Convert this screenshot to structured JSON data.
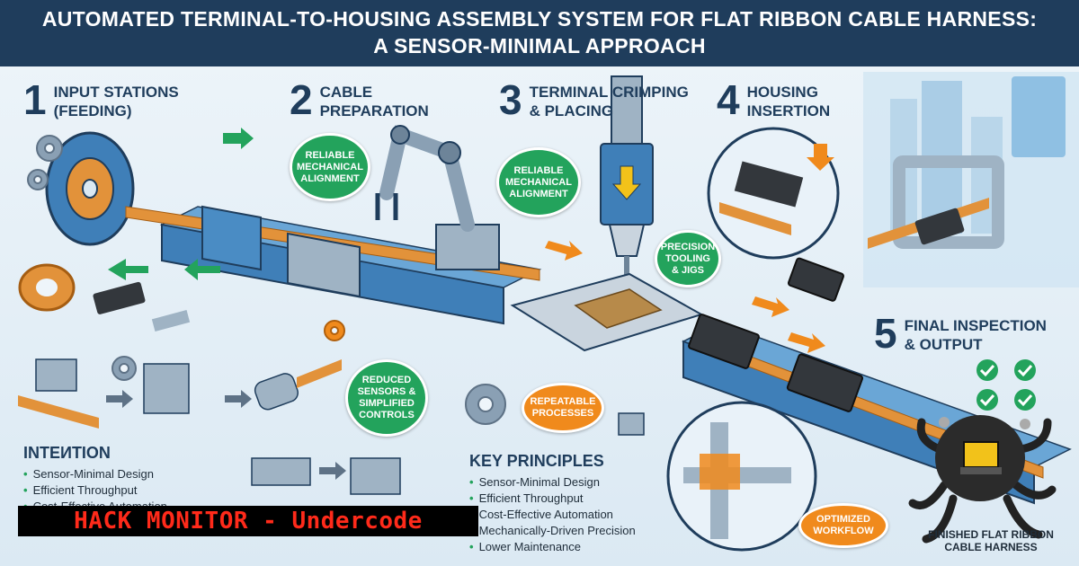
{
  "header": {
    "title_line1": "AUTOMATED TERMINAL-TO-HOUSING ASSEMBLY SYSTEM FOR FLAT RIBBON CABLE HARNESS:",
    "title_line2": "A SENSOR-MINIMAL APPROACH"
  },
  "stages": [
    {
      "number": "1",
      "title_line1": "INPUT STATIONS",
      "title_line2": "(FEEDING)"
    },
    {
      "number": "2",
      "title_line1": "CABLE",
      "title_line2": "PREPARATION"
    },
    {
      "number": "3",
      "title_line1": "TERMINAL CRIMPING",
      "title_line2": "& PLACING"
    },
    {
      "number": "4",
      "title_line1": "HOUSING",
      "title_line2": "INSERTION"
    },
    {
      "number": "5",
      "title_line1": "FINAL INSPECTION",
      "title_line2": "& OUTPUT"
    }
  ],
  "callouts": {
    "reliable_1": [
      "RELIABLE",
      "MECHANICAL",
      "ALIGNMENT"
    ],
    "reliable_2": [
      "RELIABLE",
      "MECHANICAL",
      "ALIGNMENT"
    ],
    "precision": [
      "PRECISION",
      "TOOLING",
      "& JIGS"
    ],
    "reduced": [
      "REDUCED",
      "SENSORS &",
      "SIMPLIFIED",
      "CONTROLS"
    ],
    "repeatable": [
      "REPEATABLE",
      "PROCESSES"
    ],
    "optimized": [
      "OPTIMIZED",
      "WORKFLOW"
    ]
  },
  "intention": {
    "heading": "INTEИTION",
    "items": [
      "Sensor-Minimal Design",
      "Efficient Throughput",
      "Cost-Effective Automation"
    ]
  },
  "key_principles": {
    "heading": "KEY PRINCIPLES",
    "items": [
      "Sensor-Minimal Design",
      "Efficient Throughput",
      "Cost-Effective Automation",
      "Mechanically-Driven Precision",
      "Lower Maintenance"
    ]
  },
  "finished": {
    "line1": "FINISHED FLAT RIBBON",
    "line2": "CABLE HARNESS"
  },
  "watermark": "HACK MONITOR - Undercode",
  "colors": {
    "navy": "#1f3d5c",
    "green": "#23a35c",
    "orange": "#f08a1c",
    "machine_blue": "#3f7fb8",
    "ribbon_orange": "#e2923a",
    "banner_red": "#ff2a1a"
  }
}
